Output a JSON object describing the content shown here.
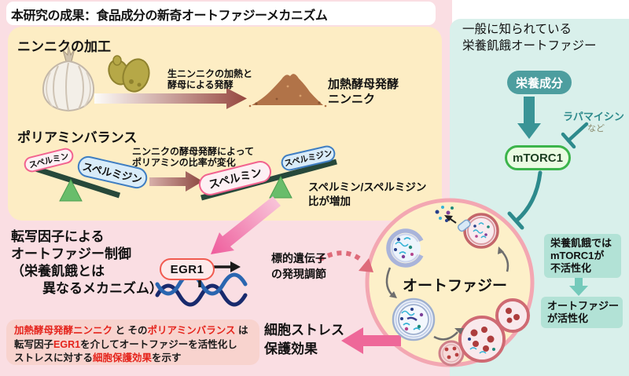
{
  "title": "本研究の成果：食品成分の新奇オートファジーメカニズム",
  "left_panel": {
    "garlic_section": {
      "heading": "ニンニクの加工",
      "process_label_line1": "生ニンニクの加熱と",
      "process_label_line2": "酵母による発酵",
      "product_line1": "加熱酵母発酵",
      "product_line2": "ニンニク"
    },
    "polyamine_section": {
      "heading": "ポリアミンバランス",
      "change_label_line1": "ニンニクの酵母発酵によって",
      "change_label_line2": "ポリアミンの比率が変化",
      "left_scale": {
        "up_label": "スペルミン",
        "down_label": "スペルミジン"
      },
      "right_scale": {
        "down_label": "スペルミン",
        "up_label": "スペルミジン"
      },
      "result_line1": "スペルミン/スペルミジン",
      "result_line2": "比が増加"
    },
    "tf_section": {
      "heading_line1": "転写因子による",
      "heading_line2": "オートファジー制御",
      "heading_line3": "（栄養飢餓とは",
      "heading_line4": "異なるメカニズム）",
      "egr1_label": "EGR1",
      "target_line1": "標的遺伝子",
      "target_line2": "の発現調節"
    },
    "conclusion": {
      "lines": [
        [
          {
            "t": "加熱酵母発酵ニンニク",
            "red": true
          },
          {
            "t": " と その"
          },
          {
            "t": "ポリアミンバランス",
            "red": true
          },
          {
            "t": " は"
          }
        ],
        [
          {
            "t": "転写因子"
          },
          {
            "t": "EGR1",
            "red": true
          },
          {
            "t": "を介してオートファジーを活性化し"
          }
        ],
        [
          {
            "t": "ストレスに対する"
          },
          {
            "t": "細胞保護効果",
            "red": true
          },
          {
            "t": "を示す"
          }
        ]
      ]
    },
    "stress_line1": "細胞ストレス",
    "stress_line2": "保護効果"
  },
  "center": {
    "autophagy_label": "オートファジー"
  },
  "right_panel": {
    "heading_line1": "一般に知られている",
    "heading_line2": "栄養飢餓オートファジー",
    "nutrient_pill": "栄養成分",
    "rapamycin_label": "ラパマイシン",
    "rapamycin_suffix": "など",
    "mtorc1_label": "mTORC1",
    "starvation_box_line1": "栄養飢餓では",
    "starvation_box_line2": "mTORC1が",
    "starvation_box_line3": "不活性化",
    "activation_box_line1": "オートファジー",
    "activation_box_line2": "が活性化"
  },
  "colors": {
    "background_pink": "#fadee3",
    "background_yellow": "#fdedc4",
    "background_teal": "#d9f0eb",
    "conclusion_box": "#f8d3ce",
    "red_emphasis": "#e5241c",
    "teal_accent": "#2d8a8c",
    "teal_pill": "#4d9e9f",
    "teal_box": "#b2e2d6",
    "green_mtorc1_border": "#3cb44b",
    "cell_border_pink": "#f3a7b2",
    "cell_fill": "#fdf0c9",
    "pink_arrow": "#ee6899",
    "spermine_border": "#f2638f",
    "spermidine_border": "#3f7ec2",
    "egr1_border": "#f15b50"
  }
}
